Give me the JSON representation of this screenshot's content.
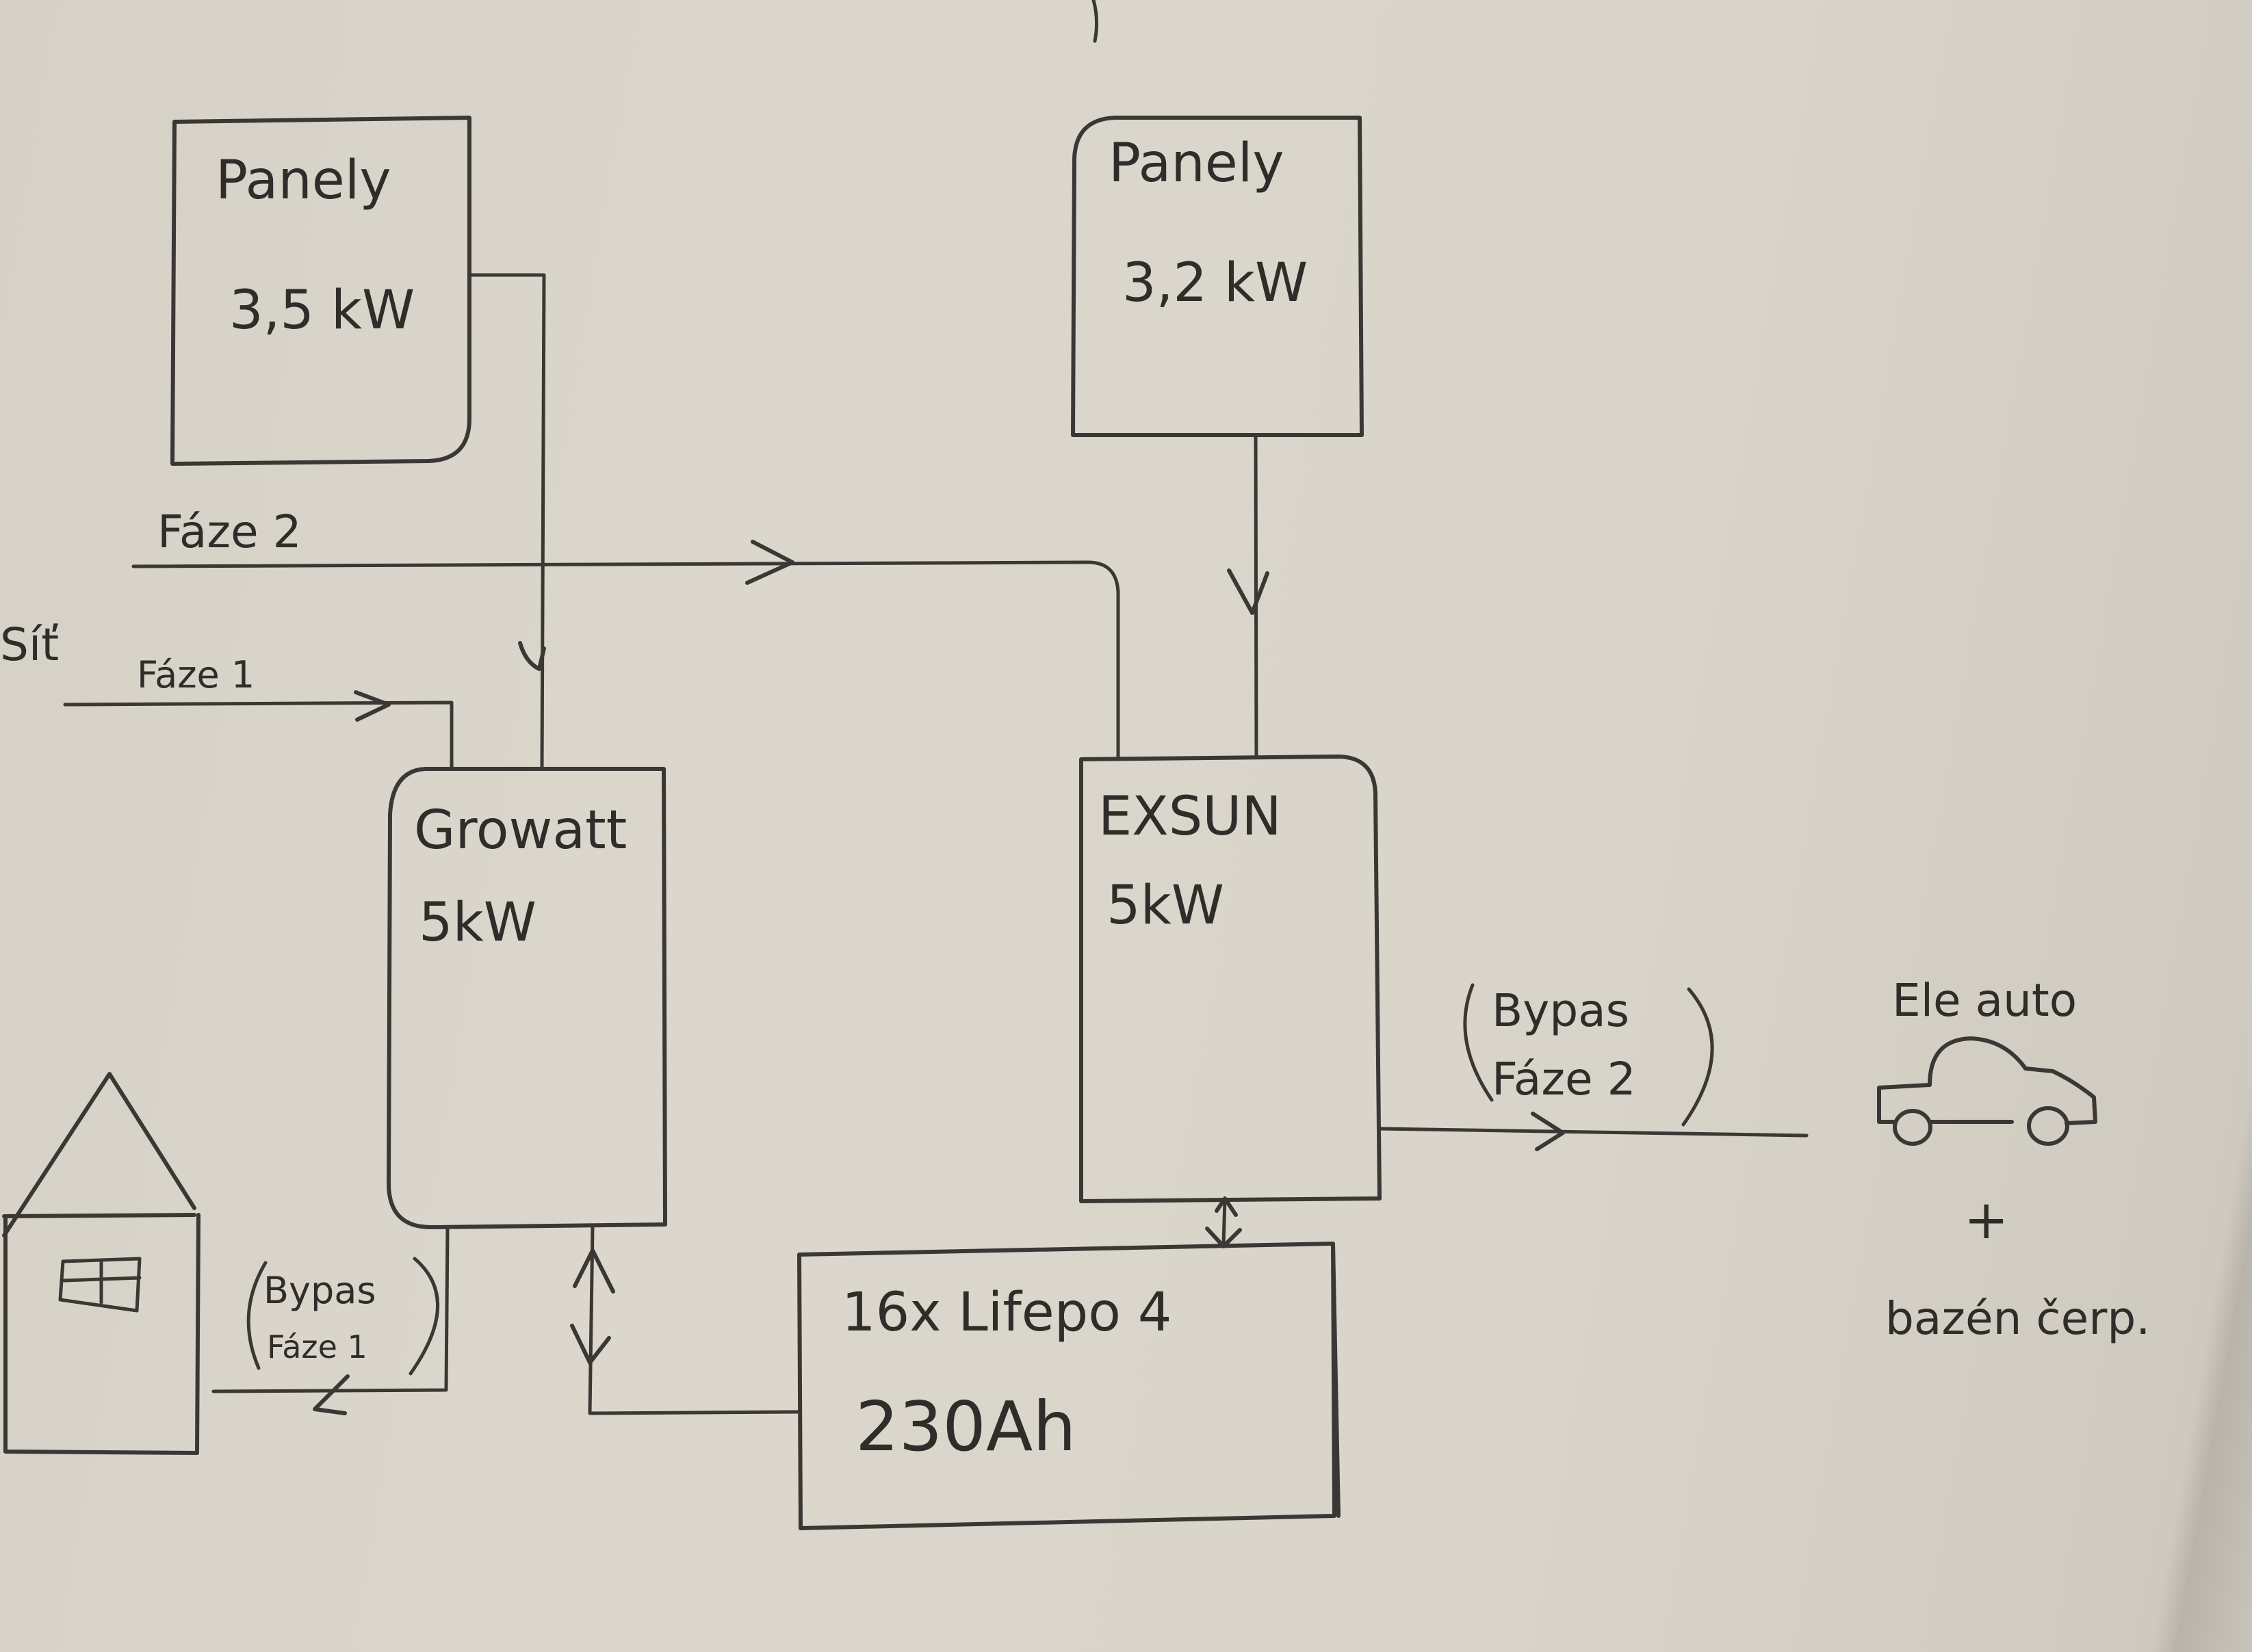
{
  "diagram": {
    "title": "",
    "nodes": {
      "panels_left": {
        "name": "Panely",
        "power": "3,5 kW"
      },
      "panels_right": {
        "name": "Panely",
        "power": "3,2 kW"
      },
      "grid": {
        "label": "Síť"
      },
      "growatt": {
        "name": "Growatt",
        "power": "5kW"
      },
      "exsun": {
        "name": "EXSUN",
        "power": "5kW"
      },
      "battery": {
        "name": "16x Lifepo 4",
        "capacity": "230Ah"
      },
      "house": {
        "label": ""
      },
      "ev": {
        "name": "Ele auto",
        "plus": "+",
        "extra": "bazén čerp."
      }
    },
    "edges": {
      "phase2": {
        "label": "Fáze 2",
        "from": "grid",
        "to": "exsun"
      },
      "phase1": {
        "label": "Fáze 1",
        "from": "grid",
        "to": "growatt"
      },
      "panels_left_to_growatt": {
        "from": "panels_left",
        "to": "growatt",
        "direction": "down"
      },
      "panels_right_to_exsun": {
        "from": "panels_right",
        "to": "exsun",
        "direction": "down"
      },
      "bypass1": {
        "line1": "Bypas",
        "line2": "Fáze 1",
        "from": "growatt",
        "to": "house"
      },
      "bypass2": {
        "line1": "Bypas",
        "line2": "Fáze 2",
        "from": "exsun",
        "to": "ev"
      },
      "growatt_battery": {
        "from": "growatt",
        "to": "battery",
        "direction": "bidirectional"
      },
      "exsun_battery": {
        "from": "exsun",
        "to": "battery",
        "direction": "bidirectional"
      }
    }
  }
}
